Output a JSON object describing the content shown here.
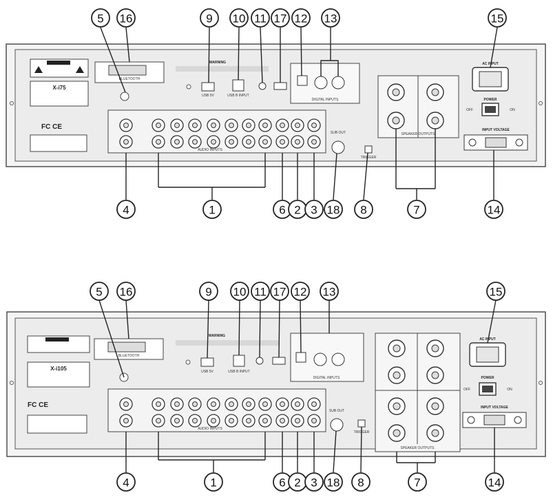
{
  "diagram_1": {
    "model": "X-i75",
    "callouts_top": [
      "5",
      "16",
      "9",
      "10",
      "11",
      "17",
      "12",
      "13",
      "15"
    ],
    "callouts_bottom": [
      "4",
      "1",
      "6",
      "2",
      "3",
      "18",
      "8",
      "7",
      "14"
    ]
  },
  "diagram_2": {
    "model": "X-i105",
    "callouts_top": [
      "5",
      "16",
      "9",
      "10",
      "11",
      "17",
      "12",
      "13",
      "15"
    ],
    "callouts_bottom": [
      "4",
      "1",
      "6",
      "2",
      "3",
      "18",
      "8",
      "7",
      "14"
    ]
  },
  "labels": {
    "warning": "WARNING",
    "bluetooth": "BLUETOOTH",
    "usb_out": "USB 5V",
    "usb_input": "USB B INPUT",
    "ac_input": "AC INPUT",
    "power": "POWER",
    "on": "ON",
    "off": "OFF",
    "input_voltage": "INPUT VOLTAGE",
    "digital_inputs": "DIGITAL INPUTS",
    "audio_inputs": "AUDIO INPUTS",
    "speaker_outputs": "SPEAKER OUTPUTS",
    "sub_out": "SUB OUT",
    "trigger": "TRIGGER",
    "fcc": "FC CE"
  }
}
